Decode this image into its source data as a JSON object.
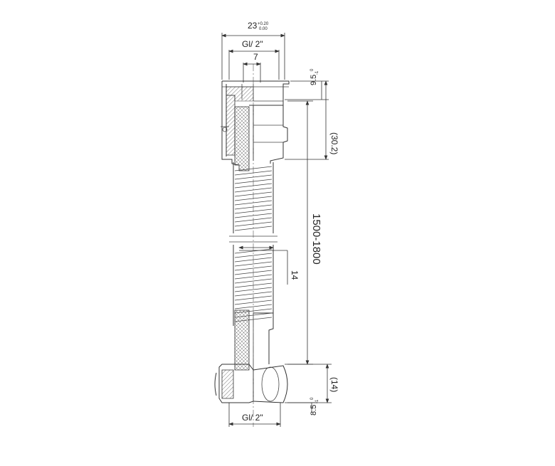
{
  "dimensions": {
    "top_width": {
      "value": "23",
      "tol_upper": "+0.20",
      "tol_lower": "0.00"
    },
    "top_thread": "G½\"",
    "top_thread_display": "Gl/ 2\"",
    "top_offset": "7",
    "top_depth": {
      "value": "9.5",
      "tol_upper": "0",
      "tol_lower": "-1"
    },
    "top_length": "(30.2)",
    "hose_length": "1500-1800",
    "hose_diameter": "14",
    "bottom_length": "(14)",
    "bottom_depth": {
      "value": "8.5",
      "tol_upper": "0",
      "tol_lower": "-1"
    },
    "bottom_thread_display": "Gl/ 2\""
  }
}
